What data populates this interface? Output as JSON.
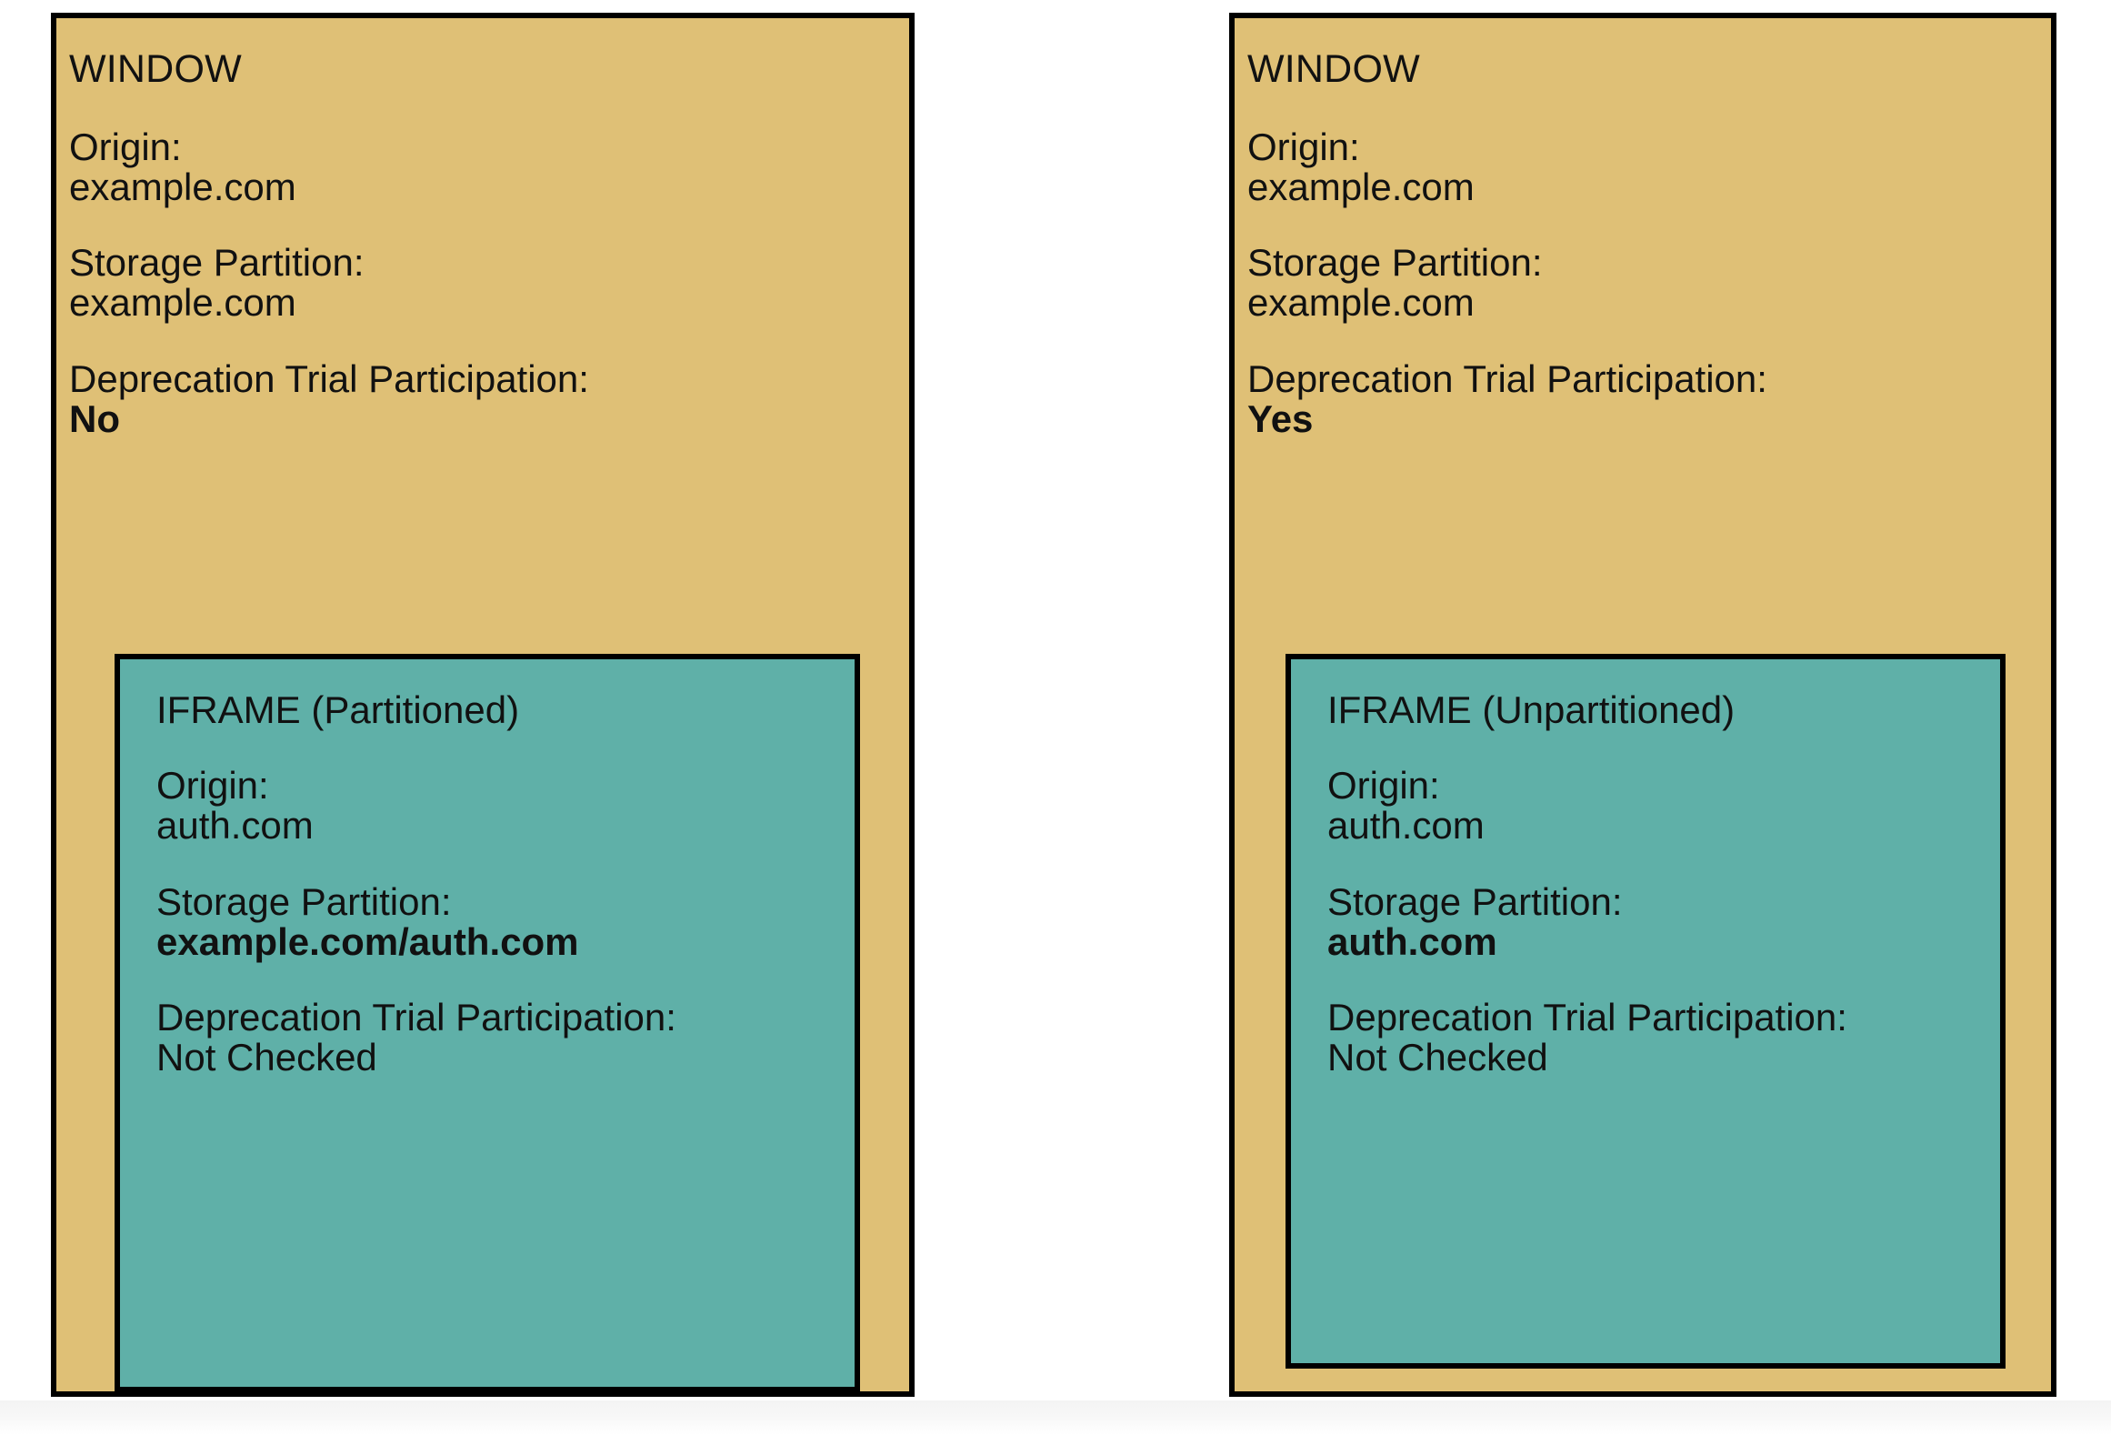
{
  "diagram": {
    "colors": {
      "window_fill": "#DFC076",
      "iframe_fill": "#5FB0A8",
      "border": "#000000",
      "background": "#FFFFFF"
    },
    "panels": [
      {
        "id": "left",
        "window": {
          "title": "WINDOW",
          "fields": [
            {
              "label": "Origin:",
              "value": "example.com",
              "bold": false
            },
            {
              "label": "Storage Partition:",
              "value": "example.com",
              "bold": false
            },
            {
              "label": "Deprecation Trial Participation:",
              "value": "No",
              "bold": true
            }
          ]
        },
        "iframe": {
          "title": "IFRAME (Partitioned)",
          "fields": [
            {
              "label": "Origin:",
              "value": "auth.com",
              "bold": false
            },
            {
              "label": "Storage Partition:",
              "value": "example.com/auth.com",
              "bold": true
            },
            {
              "label": "Deprecation Trial Participation:",
              "value": "Not Checked",
              "bold": false
            }
          ]
        }
      },
      {
        "id": "right",
        "window": {
          "title": "WINDOW",
          "fields": [
            {
              "label": "Origin:",
              "value": "example.com",
              "bold": false
            },
            {
              "label": "Storage Partition:",
              "value": "example.com",
              "bold": false
            },
            {
              "label": "Deprecation Trial Participation:",
              "value": "Yes",
              "bold": true
            }
          ]
        },
        "iframe": {
          "title": "IFRAME (Unpartitioned)",
          "fields": [
            {
              "label": "Origin:",
              "value": "auth.com",
              "bold": false
            },
            {
              "label": "Storage Partition:",
              "value": "auth.com",
              "bold": true
            },
            {
              "label": "Deprecation Trial Participation:",
              "value": "Not Checked",
              "bold": false
            }
          ]
        }
      }
    ]
  }
}
